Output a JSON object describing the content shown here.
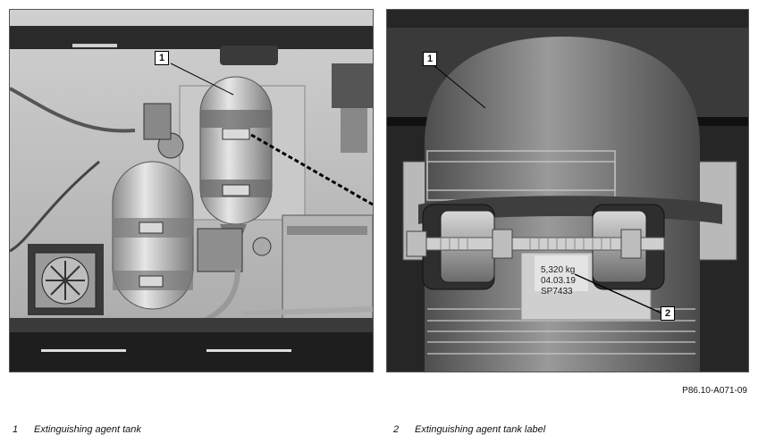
{
  "figure_ref": "P86.10-A071-09",
  "callouts": [
    {
      "num": "1",
      "text": "Extinguishing agent tank"
    },
    {
      "num": "2",
      "text": "Extinguishing agent tank label"
    }
  ],
  "tank_label": {
    "weight": "5,320 kg",
    "date": "04.03.19",
    "code": "SP7433"
  }
}
